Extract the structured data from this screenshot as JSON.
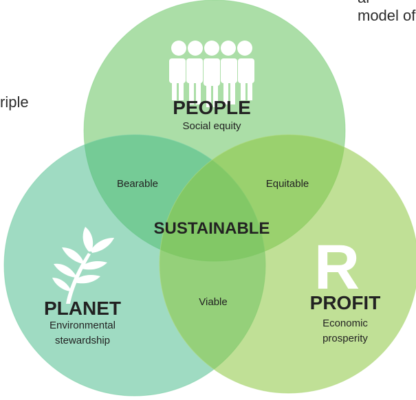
{
  "intro": {
    "partial_top": "ar model of",
    "partial_left": "riple"
  },
  "circles": {
    "people": {
      "title": "PEOPLE",
      "subtitle": "Social equity",
      "icon": "people-group-icon",
      "color": "#8fd48a"
    },
    "planet": {
      "title": "PLANET",
      "subtitle_line1": "Environmental",
      "subtitle_line2": "stewardship",
      "icon": "leaf-branch-icon",
      "color": "#6dcc9a"
    },
    "profit": {
      "title": "PROFIT",
      "subtitle_line1": "Economic",
      "subtitle_line2": "prosperity",
      "icon": "currency-r-icon",
      "color": "#a9d86a"
    }
  },
  "overlaps": {
    "people_planet": "Bearable",
    "people_profit": "Equitable",
    "planet_profit": "Viable",
    "center": "SUSTAINABLE"
  }
}
